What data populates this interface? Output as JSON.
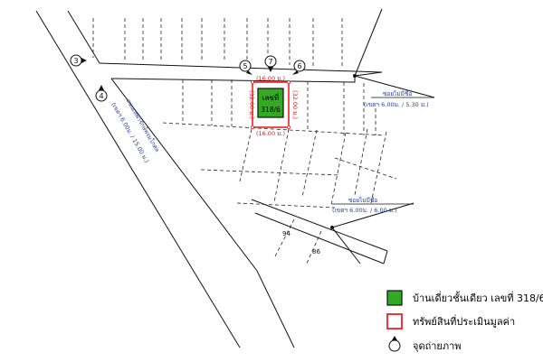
{
  "subject": {
    "label": "เลขที่",
    "number": "318/6",
    "fill_color": "#33aa22",
    "border_color": "#ee2222"
  },
  "dimensions": {
    "top": "(16.00 ม.)",
    "bottom": "(16.00 ม.)",
    "left": "(32.00 ม.)",
    "right": "(32.00 ม.)"
  },
  "roads": {
    "main_road_name": "ถนนเทพารักษ์พรมโกศล",
    "main_road_width": "(เขตฯ 6.00ม. / 15.00 ม.)",
    "soi_upper_name": "ซอยไม่มีชื่อ",
    "soi_upper_width": "(เขตฯ 6.00ม. / 5.30 ม.)",
    "soi_lower_name": "ซอยไม่มีชื่อ",
    "soi_lower_width": "(เขตฯ 6.00ม. / 6.00 ม.)"
  },
  "parcel_numbers": [
    "94",
    "86"
  ],
  "photo_points": [
    "3",
    "4",
    "5",
    "7",
    "6"
  ],
  "legend": {
    "building": "บ้านเดี่ยวชั้นเดียว เลขที่ 318/6",
    "property": "ทรัพย์สินที่ประเมินมูลค่า",
    "photo_point": "จุดถ่ายภาพ"
  },
  "colors": {
    "line": "#111111",
    "dashed": "#222222",
    "dimension": "#cc2222",
    "road_label": "#2a3fa0"
  }
}
